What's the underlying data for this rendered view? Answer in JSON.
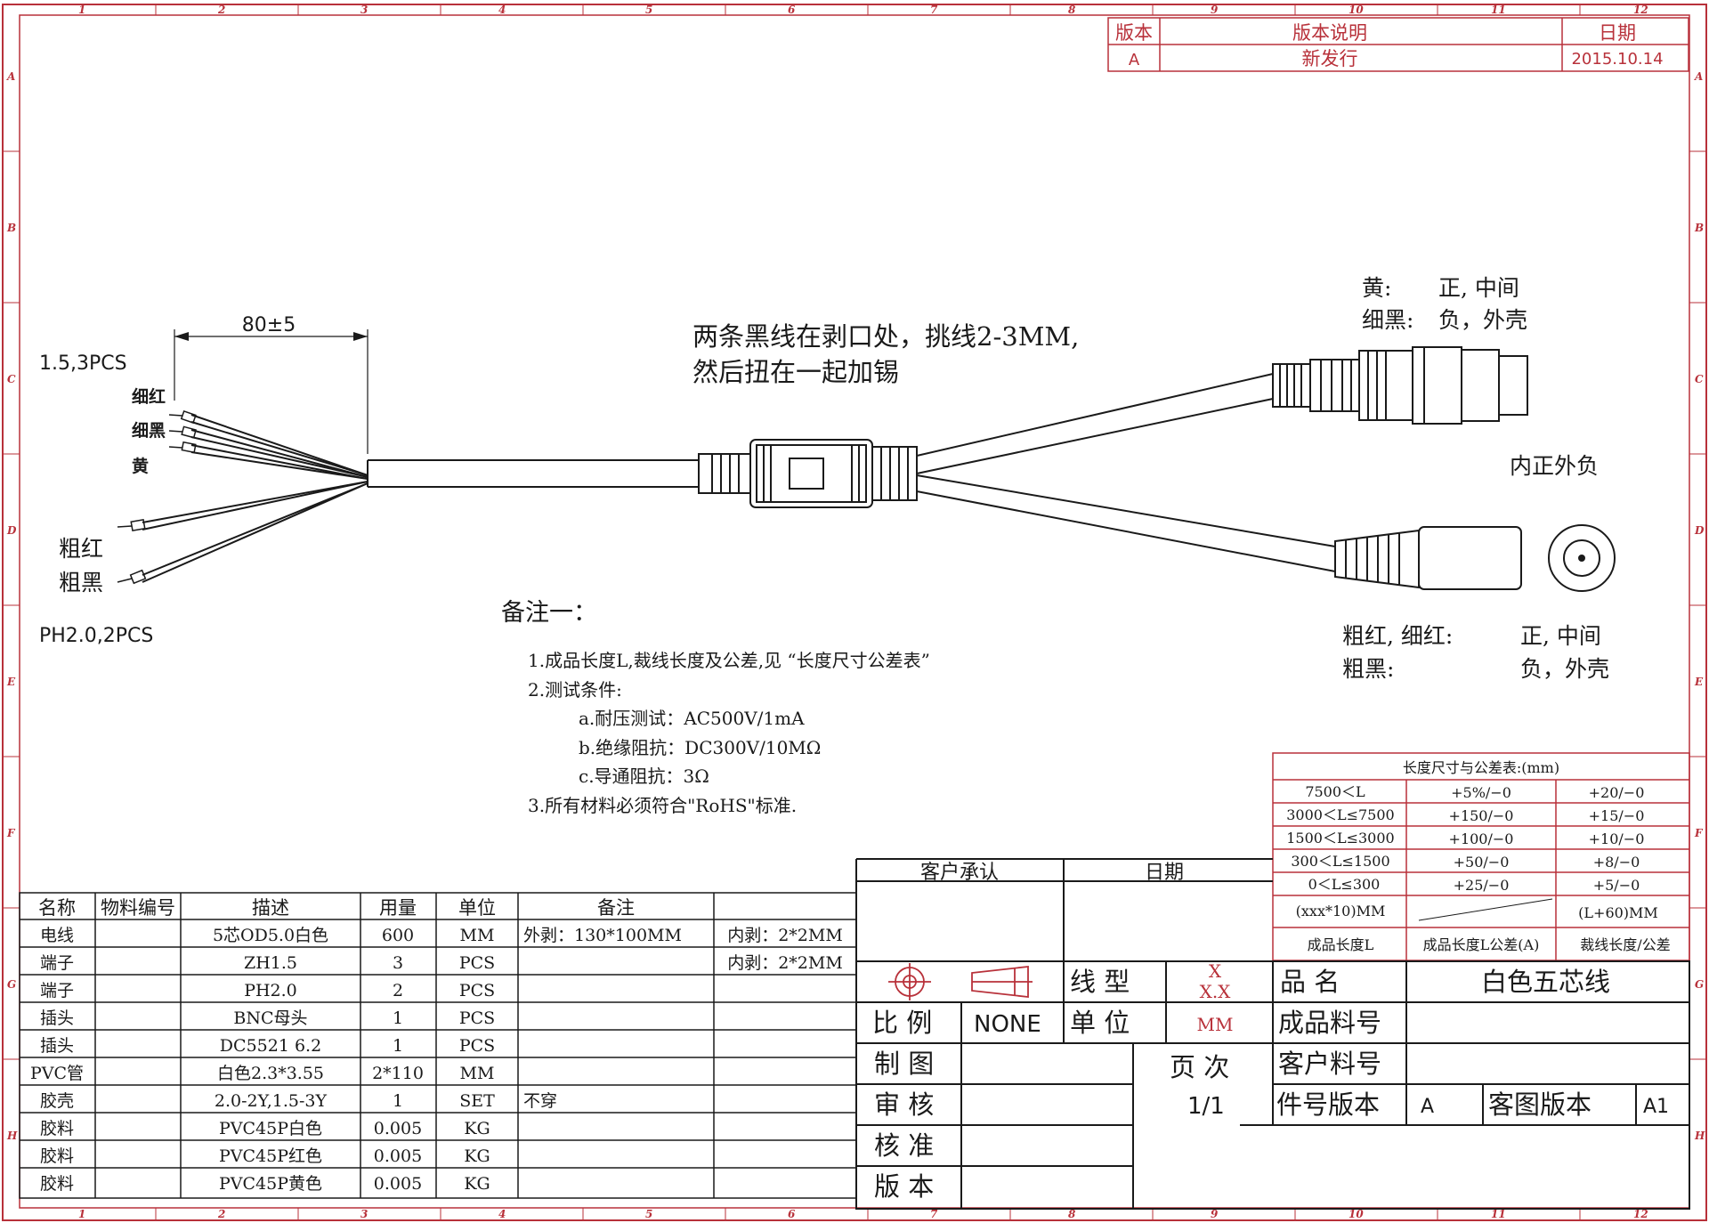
{
  "zone_numbers": [
    "1",
    "2",
    "3",
    "4",
    "5",
    "6",
    "7",
    "8",
    "9",
    "10",
    "11",
    "12"
  ],
  "zone_letters": [
    "A",
    "B",
    "C",
    "D",
    "E",
    "F",
    "G",
    "H"
  ],
  "revision": {
    "headers": [
      "版本",
      "版本说明",
      "日期"
    ],
    "row": [
      "A",
      "新发行",
      "2015.10.14"
    ]
  },
  "drawing": {
    "dimension": "80±5",
    "left_terminal_note": "1.5,3PCS",
    "left_wires_thin": [
      "细红",
      "细黑",
      "黄"
    ],
    "left_wires_thick": [
      "粗红",
      "粗黑"
    ],
    "left_terminal_note2": "PH2.0,2PCS",
    "center_note_1": "两条黑线在剥口处，挑线2-3MM,",
    "center_note_2": "然后扭在一起加锡",
    "bnc_note_1_label": "黄:",
    "bnc_note_1_value": "正, 中间",
    "bnc_note_2_label": "细黑:",
    "bnc_note_2_value": "负，外壳",
    "dc_polarity": "内正外负",
    "dc_note_1_label": "粗红, 细红:",
    "dc_note_1_value": "正, 中间",
    "dc_note_2_label": "粗黑:",
    "dc_note_2_value": "负，外壳"
  },
  "notes": {
    "title": "备注一：",
    "lines": [
      "1.成品长度L,裁线长度及公差,见 “长度尺寸公差表”",
      "2.测试条件:",
      "a.耐压测试：AC500V/1mA",
      "b.绝缘阻抗：DC300V/10MΩ",
      "c.导通阻抗：3Ω",
      "3.所有材料必须符合\"RoHS\"标准."
    ]
  },
  "tolerance_table": {
    "title": "长度尺寸与公差表:(mm)",
    "rows": [
      [
        "7500＜L",
        "+5%/−0",
        "+20/−0"
      ],
      [
        "3000＜L≤7500",
        "+150/−0",
        "+15/−0"
      ],
      [
        "1500＜L≤3000",
        "+100/−0",
        "+10/−0"
      ],
      [
        "300＜L≤1500",
        "+50/−0",
        "+8/−0"
      ],
      [
        "0＜L≤300",
        "+25/−0",
        "+5/−0"
      ]
    ],
    "formula_left": "(xxx*10)MM",
    "formula_right": "(L+60)MM",
    "footer": [
      "成品长度L",
      "成品长度L公差(A)",
      "裁线长度/公差"
    ]
  },
  "customer": {
    "approval": "客户承认",
    "date": "日期"
  },
  "bom": {
    "headers": [
      "名称",
      "物料编号",
      "描述",
      "用量",
      "单位",
      "备注",
      ""
    ],
    "rows": [
      [
        "电线",
        "",
        "5芯OD5.0白色",
        "600",
        "MM",
        "外剥：130*100MM",
        "内剥：2*2MM"
      ],
      [
        "端子",
        "",
        "ZH1.5",
        "3",
        "PCS",
        "",
        "内剥：2*2MM"
      ],
      [
        "端子",
        "",
        "PH2.0",
        "2",
        "PCS",
        "",
        ""
      ],
      [
        "插头",
        "",
        "BNC母头",
        "1",
        "PCS",
        "",
        ""
      ],
      [
        "插头",
        "",
        "DC5521 6.2",
        "1",
        "PCS",
        "",
        ""
      ],
      [
        "PVC管",
        "",
        "白色2.3*3.55",
        "2*110",
        "MM",
        "",
        ""
      ],
      [
        "胶壳",
        "",
        "2.0-2Y,1.5-3Y",
        "1",
        "SET",
        "不穿",
        ""
      ],
      [
        "胶料",
        "",
        "PVC45P白色",
        "0.005",
        "KG",
        "",
        ""
      ],
      [
        "胶料",
        "",
        "PVC45P红色",
        "0.005",
        "KG",
        "",
        ""
      ],
      [
        "胶料",
        "",
        "PVC45P黄色",
        "0.005",
        "KG",
        "",
        ""
      ]
    ]
  },
  "title_block": {
    "line_type_label": "线 型",
    "line_type_value_1": "X",
    "line_type_value_2": "X.X",
    "scale_label": "比 例",
    "scale_value": "NONE",
    "unit_label": "单 位",
    "unit_value": "MM",
    "drawn_label": "制 图",
    "checked_label": "审 核",
    "approved_label": "核 准",
    "version_label": "版 本",
    "page_label": "页 次",
    "page_value": "1/1",
    "product_name_label": "品 名",
    "product_name_value": "白色五芯线",
    "product_no_label": "成品料号",
    "customer_no_label": "客户料号",
    "part_version_label": "件号版本",
    "part_version_value": "A",
    "customer_drawing_version_label": "客图版本",
    "customer_drawing_version_value": "A1"
  },
  "colors": {
    "frame": "#b8313a",
    "ink": "#1a1a1a"
  }
}
